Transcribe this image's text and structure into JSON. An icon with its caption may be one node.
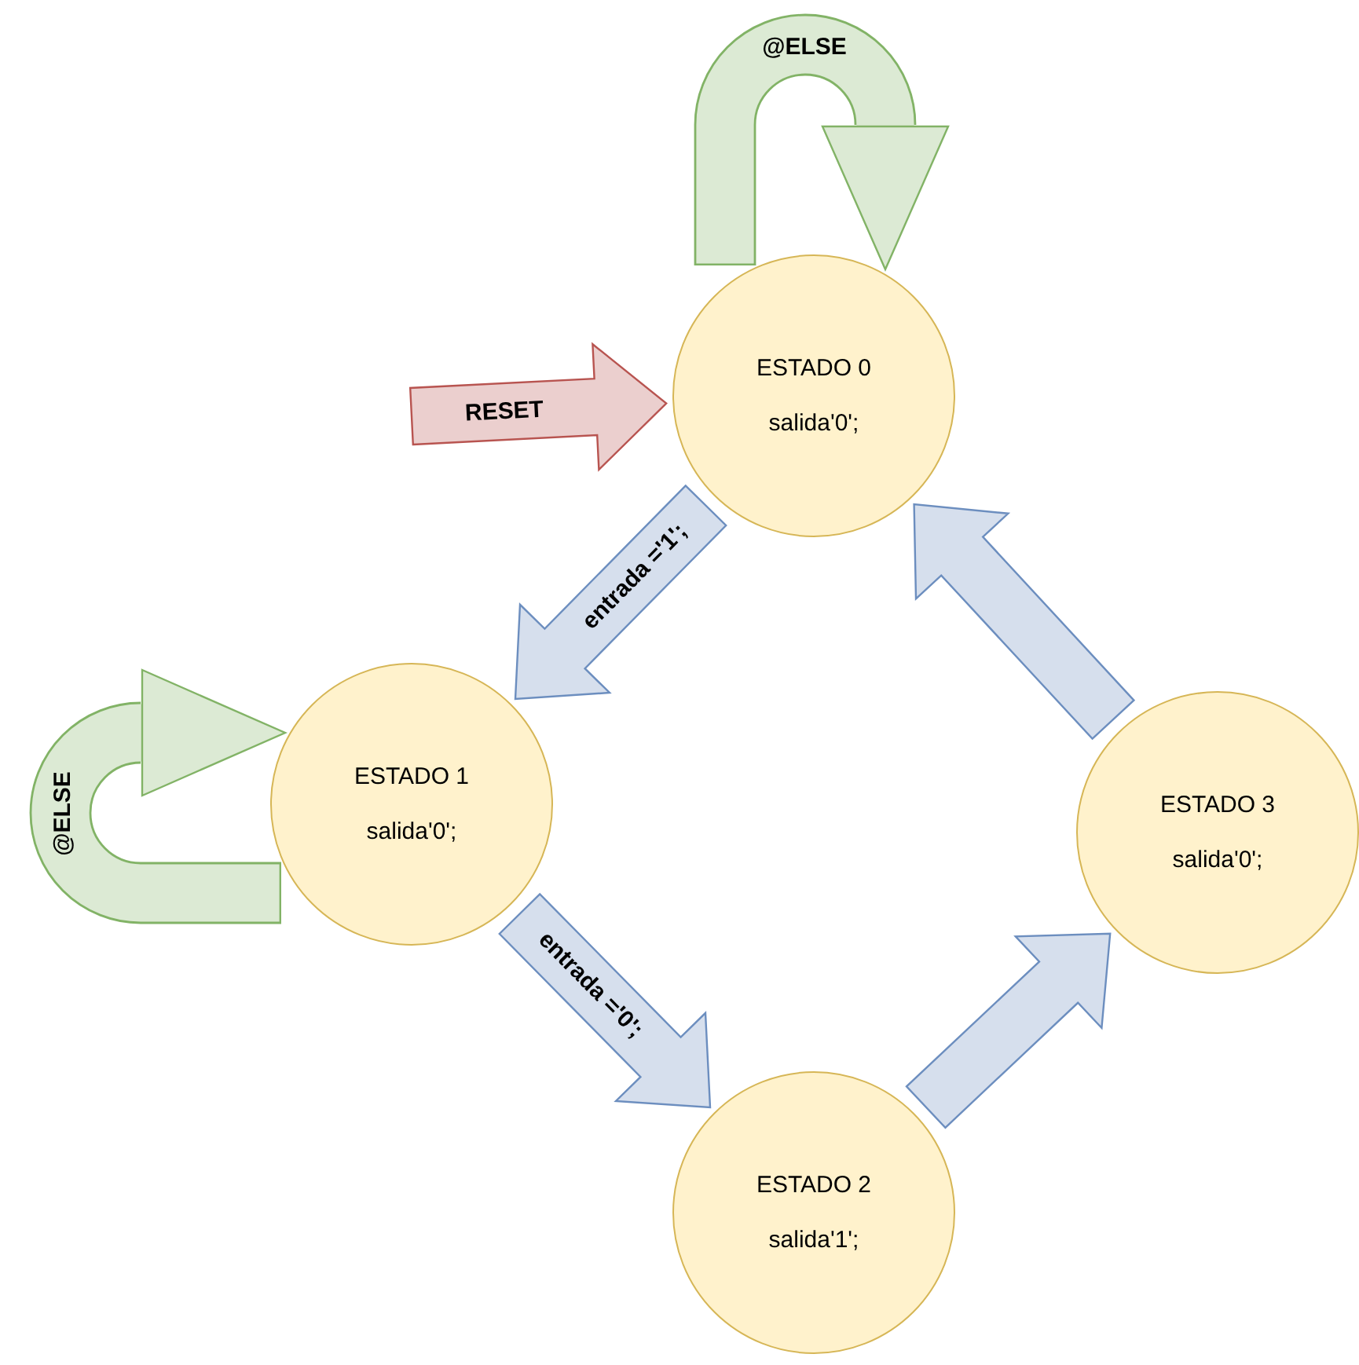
{
  "diagram": {
    "nodes": [
      {
        "text": [
          "ESTADO 0",
          "salida'0';"
        ]
      },
      {
        "text": [
          "ESTADO 1",
          "salida'0';"
        ]
      },
      {
        "text": [
          "ESTADO 2",
          "salida'1';"
        ]
      },
      {
        "text": [
          "ESTADO 3",
          "salida'0';"
        ]
      }
    ],
    "edges": [
      {
        "from": 0,
        "to": 1,
        "arrow": "to",
        "label": "entrada ='1';"
      },
      {
        "from": 1,
        "to": 2,
        "arrow": "to",
        "label": "entrada ='0';"
      },
      {
        "from": 2,
        "to": 3,
        "arrow": "to"
      },
      {
        "from": 3,
        "to": 0,
        "arrow": "to"
      },
      {
        "from": 0,
        "to": 0,
        "arrow": "to",
        "label": "@ELSE",
        "color": "#82b366"
      },
      {
        "from": 1,
        "to": 1,
        "arrow": "to",
        "label": "@ELSE",
        "color": "#82b366"
      },
      {
        "from": null,
        "to": 0,
        "arrow": "to",
        "label": "RESET",
        "color": "#b85450"
      }
    ]
  }
}
